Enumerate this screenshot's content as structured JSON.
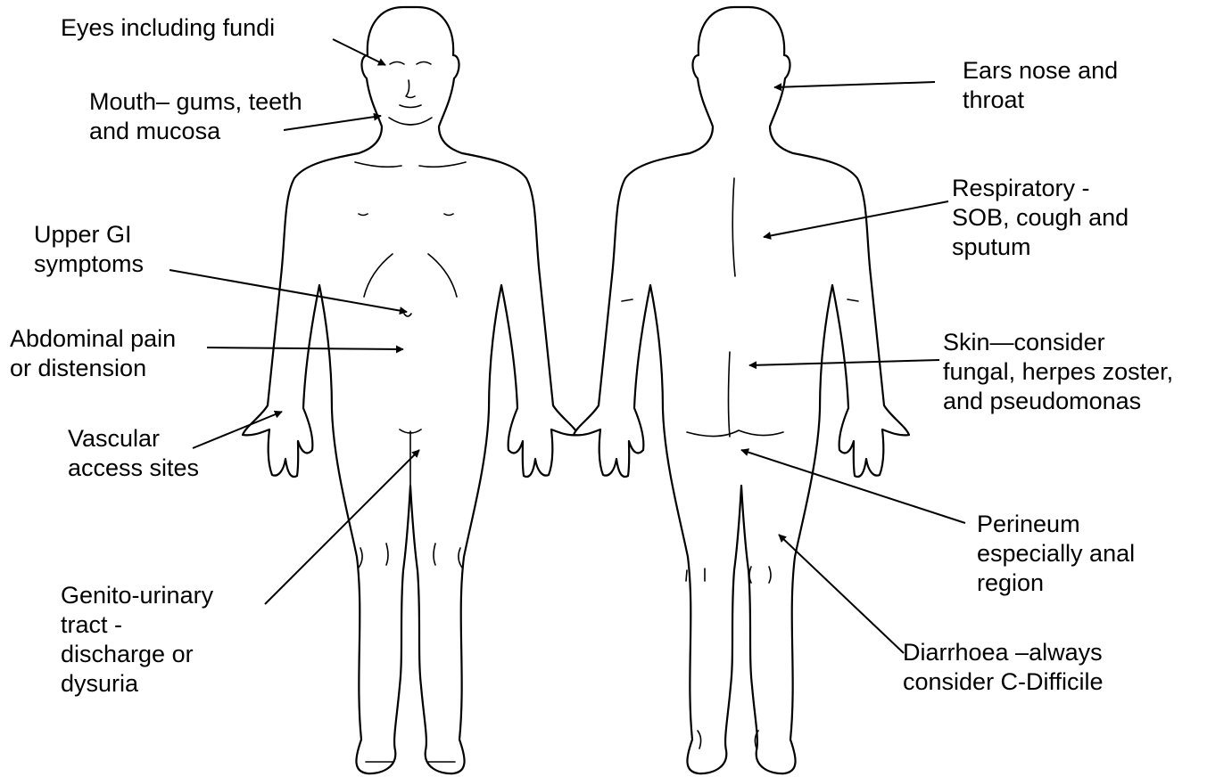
{
  "annotations": [
    {
      "id": "eyes",
      "lines": [
        "Eyes including fundi"
      ]
    },
    {
      "id": "mouth",
      "lines": [
        "Mouth– gums, teeth",
        "and mucosa"
      ]
    },
    {
      "id": "upper_gi",
      "lines": [
        "Upper GI",
        "symptoms"
      ]
    },
    {
      "id": "abdominal",
      "lines": [
        "Abdominal pain",
        "or distension"
      ]
    },
    {
      "id": "vascular",
      "lines": [
        "Vascular",
        "access sites"
      ]
    },
    {
      "id": "genito",
      "lines": [
        "Genito-urinary",
        "tract -",
        "discharge or",
        "dysuria"
      ]
    },
    {
      "id": "ent",
      "lines": [
        "Ears nose and",
        "throat"
      ]
    },
    {
      "id": "respiratory",
      "lines": [
        "Respiratory -",
        "SOB, cough and",
        "sputum"
      ]
    },
    {
      "id": "skin",
      "lines": [
        "Skin—consider",
        "fungal, herpes zoster,",
        "and pseudomonas"
      ]
    },
    {
      "id": "perineum",
      "lines": [
        "Perineum",
        "especially anal",
        "region"
      ]
    },
    {
      "id": "diarrhoea",
      "lines": [
        "Diarrhoea –always",
        "consider C-Difficile"
      ]
    }
  ],
  "colors": {
    "ink": "#000000",
    "background": "#ffffff"
  }
}
